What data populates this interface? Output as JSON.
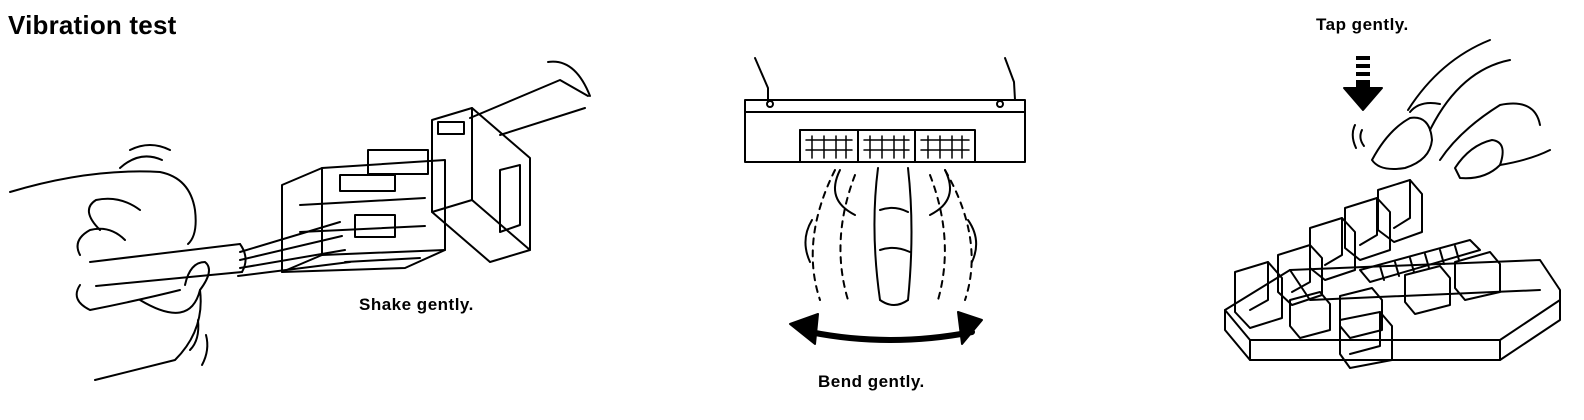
{
  "title": "Vibration test",
  "panels": [
    {
      "id": "shake",
      "caption": "Shake gently.",
      "icon": "hand-shaking-connector"
    },
    {
      "id": "bend",
      "caption": "Bend gently.",
      "icon": "harness-bending"
    },
    {
      "id": "tap",
      "caption": "Tap gently.",
      "icon": "finger-tapping-relay"
    }
  ],
  "colors": {
    "ink": "#000000",
    "background": "#ffffff"
  }
}
